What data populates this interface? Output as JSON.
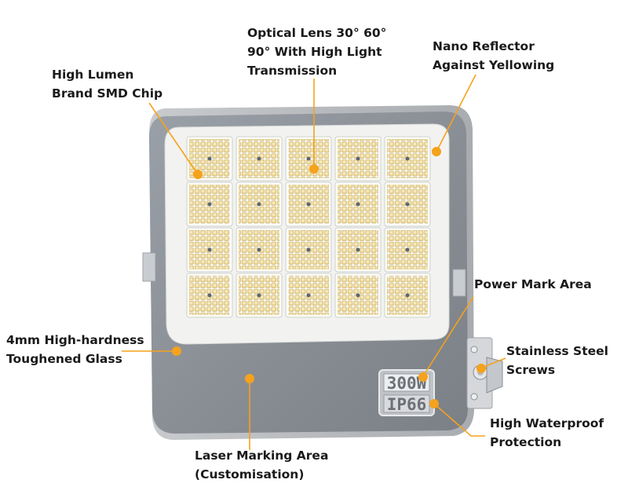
{
  "callouts": {
    "lens": {
      "line1": "Optical Lens 30° 60°",
      "line2": "90° With High Light",
      "line3": "Transmission"
    },
    "reflector": {
      "line1": "Nano Reflector",
      "line2": "Against Yellowing"
    },
    "chip": {
      "line1": "High Lumen",
      "line2": "Brand SMD Chip"
    },
    "power": {
      "line1": "Power Mark Area"
    },
    "glass": {
      "line1": "4mm High-hardness",
      "line2": "Toughened Glass"
    },
    "screws": {
      "line1": "Stainless Steel",
      "line2": "Screws"
    },
    "waterproof": {
      "line1": "High Waterproof",
      "line2": "Protection"
    },
    "laser": {
      "line1": "Laser Marking Area",
      "line2": "(Customisation)"
    }
  },
  "badge": {
    "power": "300W",
    "rating": "IP66"
  },
  "colors": {
    "accent": "#f5a21c",
    "housing": "#8d9299",
    "frame": "#b9bcc0",
    "panel": "#f2f3f1"
  }
}
